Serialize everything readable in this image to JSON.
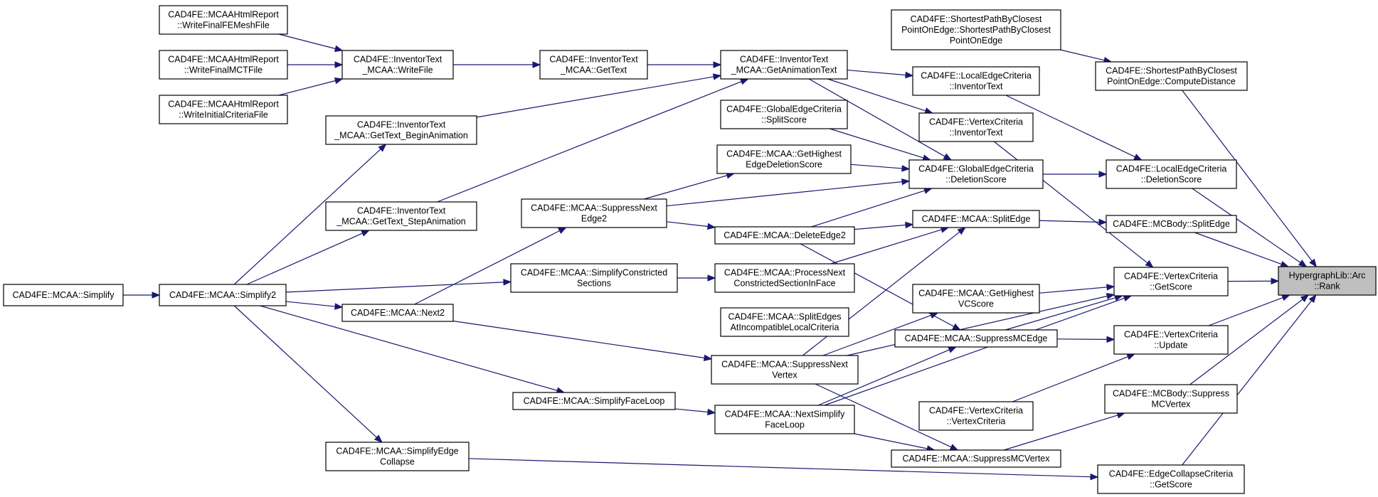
{
  "diagram": {
    "title": "",
    "colors": {
      "edge": "#191970",
      "node_border": "#000000",
      "node_fill": "#ffffff",
      "root_fill": "#bfbfbf"
    },
    "nodes": [
      {
        "id": "n_simplify",
        "lines": [
          "CAD4FE::MCAA::Simplify"
        ]
      },
      {
        "id": "n_simplify2",
        "lines": [
          "CAD4FE::MCAA::Simplify2"
        ]
      },
      {
        "id": "n_wfem",
        "lines": [
          "CAD4FE::MCAAHtmlReport",
          "::WriteFinalFEMeshFile"
        ]
      },
      {
        "id": "n_wmct",
        "lines": [
          "CAD4FE::MCAAHtmlReport",
          "::WriteFinalMCTFile"
        ]
      },
      {
        "id": "n_wicf",
        "lines": [
          "CAD4FE::MCAAHtmlReport",
          "::WriteInitialCriteriaFile"
        ]
      },
      {
        "id": "n_writefile",
        "lines": [
          "CAD4FE::InventorText",
          "_MCAA::WriteFile"
        ]
      },
      {
        "id": "n_gettext",
        "lines": [
          "CAD4FE::InventorText",
          "_MCAA::GetText"
        ]
      },
      {
        "id": "n_getanim",
        "lines": [
          "CAD4FE::InventorText",
          "_MCAA::GetAnimationText"
        ]
      },
      {
        "id": "n_gtbegin",
        "lines": [
          "CAD4FE::InventorText",
          "_MCAA::GetText_BeginAnimation"
        ]
      },
      {
        "id": "n_gtstep",
        "lines": [
          "CAD4FE::InventorText",
          "_MCAA::GetText_StepAnimation"
        ]
      },
      {
        "id": "n_next2",
        "lines": [
          "CAD4FE::MCAA::Next2"
        ]
      },
      {
        "id": "n_simpcs",
        "lines": [
          "CAD4FE::MCAA::SimplifyConstricted",
          "Sections"
        ]
      },
      {
        "id": "n_supedge2",
        "lines": [
          "CAD4FE::MCAA::SuppressNext",
          "Edge2"
        ]
      },
      {
        "id": "n_sfl",
        "lines": [
          "CAD4FE::MCAA::SimplifyFaceLoop"
        ]
      },
      {
        "id": "n_sec",
        "lines": [
          "CAD4FE::MCAA::SimplifyEdge",
          "Collapse"
        ]
      },
      {
        "id": "n_gecss",
        "lines": [
          "CAD4FE::GlobalEdgeCriteria",
          "::SplitScore"
        ]
      },
      {
        "id": "n_ghed",
        "lines": [
          "CAD4FE::MCAA::GetHighest",
          "EdgeDeletionScore"
        ]
      },
      {
        "id": "n_deledge2",
        "lines": [
          "CAD4FE::MCAA::DeleteEdge2"
        ]
      },
      {
        "id": "n_pncs",
        "lines": [
          "CAD4FE::MCAA::ProcessNext",
          "ConstrictedSectionInFace"
        ]
      },
      {
        "id": "n_seilc",
        "lines": [
          "CAD4FE::MCAA::SplitEdges",
          "AtIncompatibleLocalCriteria"
        ]
      },
      {
        "id": "n_snv",
        "lines": [
          "CAD4FE::MCAA::SuppressNext",
          "Vertex"
        ]
      },
      {
        "id": "n_nsfl",
        "lines": [
          "CAD4FE::MCAA::NextSimplify",
          "FaceLoop"
        ]
      },
      {
        "id": "n_leci",
        "lines": [
          "CAD4FE::LocalEdgeCriteria",
          "::InventorText"
        ]
      },
      {
        "id": "n_vci",
        "lines": [
          "CAD4FE::VertexCriteria",
          "::InventorText"
        ]
      },
      {
        "id": "n_gecds",
        "lines": [
          "CAD4FE::GlobalEdgeCriteria",
          "::DeletionScore"
        ]
      },
      {
        "id": "n_splitedge",
        "lines": [
          "CAD4FE::MCAA::SplitEdge"
        ]
      },
      {
        "id": "n_ghvc",
        "lines": [
          "CAD4FE::MCAA::GetHighest",
          "VCScore"
        ]
      },
      {
        "id": "n_smce",
        "lines": [
          "CAD4FE::MCAA::SuppressMCEdge"
        ]
      },
      {
        "id": "n_vcvc",
        "lines": [
          "CAD4FE::VertexCriteria",
          "::VertexCriteria"
        ]
      },
      {
        "id": "n_smcv",
        "lines": [
          "CAD4FE::MCAA::SuppressMCVertex"
        ]
      },
      {
        "id": "n_spctor",
        "lines": [
          "CAD4FE::ShortestPathByClosest",
          "PointOnEdge::ShortestPathByClosest",
          "PointOnEdge"
        ]
      },
      {
        "id": "n_spcd",
        "lines": [
          "CAD4FE::ShortestPathByClosest",
          "PointOnEdge::ComputeDistance"
        ]
      },
      {
        "id": "n_lecds",
        "lines": [
          "CAD4FE::LocalEdgeCriteria",
          "::DeletionScore"
        ]
      },
      {
        "id": "n_mcbse",
        "lines": [
          "CAD4FE::MCBody::SplitEdge"
        ]
      },
      {
        "id": "n_vcgs",
        "lines": [
          "CAD4FE::VertexCriteria",
          "::GetScore"
        ]
      },
      {
        "id": "n_vcu",
        "lines": [
          "CAD4FE::VertexCriteria",
          "::Update"
        ]
      },
      {
        "id": "n_mcbsv",
        "lines": [
          "CAD4FE::MCBody::Suppress",
          "MCVertex"
        ]
      },
      {
        "id": "n_ecgs",
        "lines": [
          "CAD4FE::EdgeCollapseCriteria",
          "::GetScore"
        ]
      },
      {
        "id": "n_rank",
        "lines": [
          "HypergraphLib::Arc",
          "::Rank"
        ],
        "root": true
      }
    ]
  }
}
